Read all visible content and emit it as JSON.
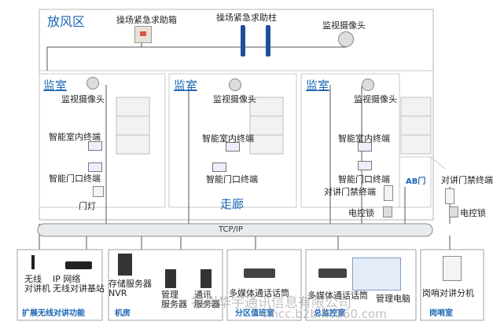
{
  "zones": {
    "open_area": "放风区",
    "cell_1": "监室",
    "cell_2": "监室",
    "cell_3": "监室",
    "corridor": "走廊",
    "ab_door": "AB门"
  },
  "devices": {
    "yard_help_box": "操场紧急求助箱",
    "yard_help_post": "操场紧急求助柱",
    "yard_camera": "监视摄像头",
    "cell1_camera": "监视摄像头",
    "cell1_indoor": "智能室内终端",
    "cell1_door": "智能门口终端",
    "cell1_lamp": "门灯",
    "cell2_camera": "监视摄像头",
    "cell2_indoor": "智能室内终端",
    "cell2_door": "智能门口终端",
    "cell3_camera": "监视摄像头",
    "cell3_indoor": "智能室内终端",
    "cell3_door": "智能门口终端",
    "cell3_intercom": "对讲门禁终端",
    "cell3_lock": "电控锁",
    "ab_intercom": "对讲门禁终端",
    "ab_lock": "电控锁"
  },
  "network": {
    "bus_label": "TCP/IP"
  },
  "bottom_panels": [
    {
      "title": "扩展无线对讲功能",
      "items": [
        "无线\n对讲机",
        "IP 网络\n无线对讲基站"
      ]
    },
    {
      "title": "机房",
      "items": [
        "存储服务器\nNVR",
        "管理\n服务器",
        "通讯\n服务器"
      ]
    },
    {
      "title": "分区值班室",
      "items": [
        "多媒体通话话筒"
      ]
    },
    {
      "title": "总监控室",
      "items": [
        "多媒体通话话筒",
        "管理电脑"
      ]
    },
    {
      "title": "岗哨室",
      "items": [
        "岗哨对讲分机"
      ]
    }
  ],
  "watermark": {
    "company": "福州华宇通讯信息有限公司",
    "url": "hhcc.b2b.hc360.com"
  },
  "colors": {
    "accent": "#1a66b3",
    "line": "#555555",
    "bus": "#e9ecef"
  }
}
